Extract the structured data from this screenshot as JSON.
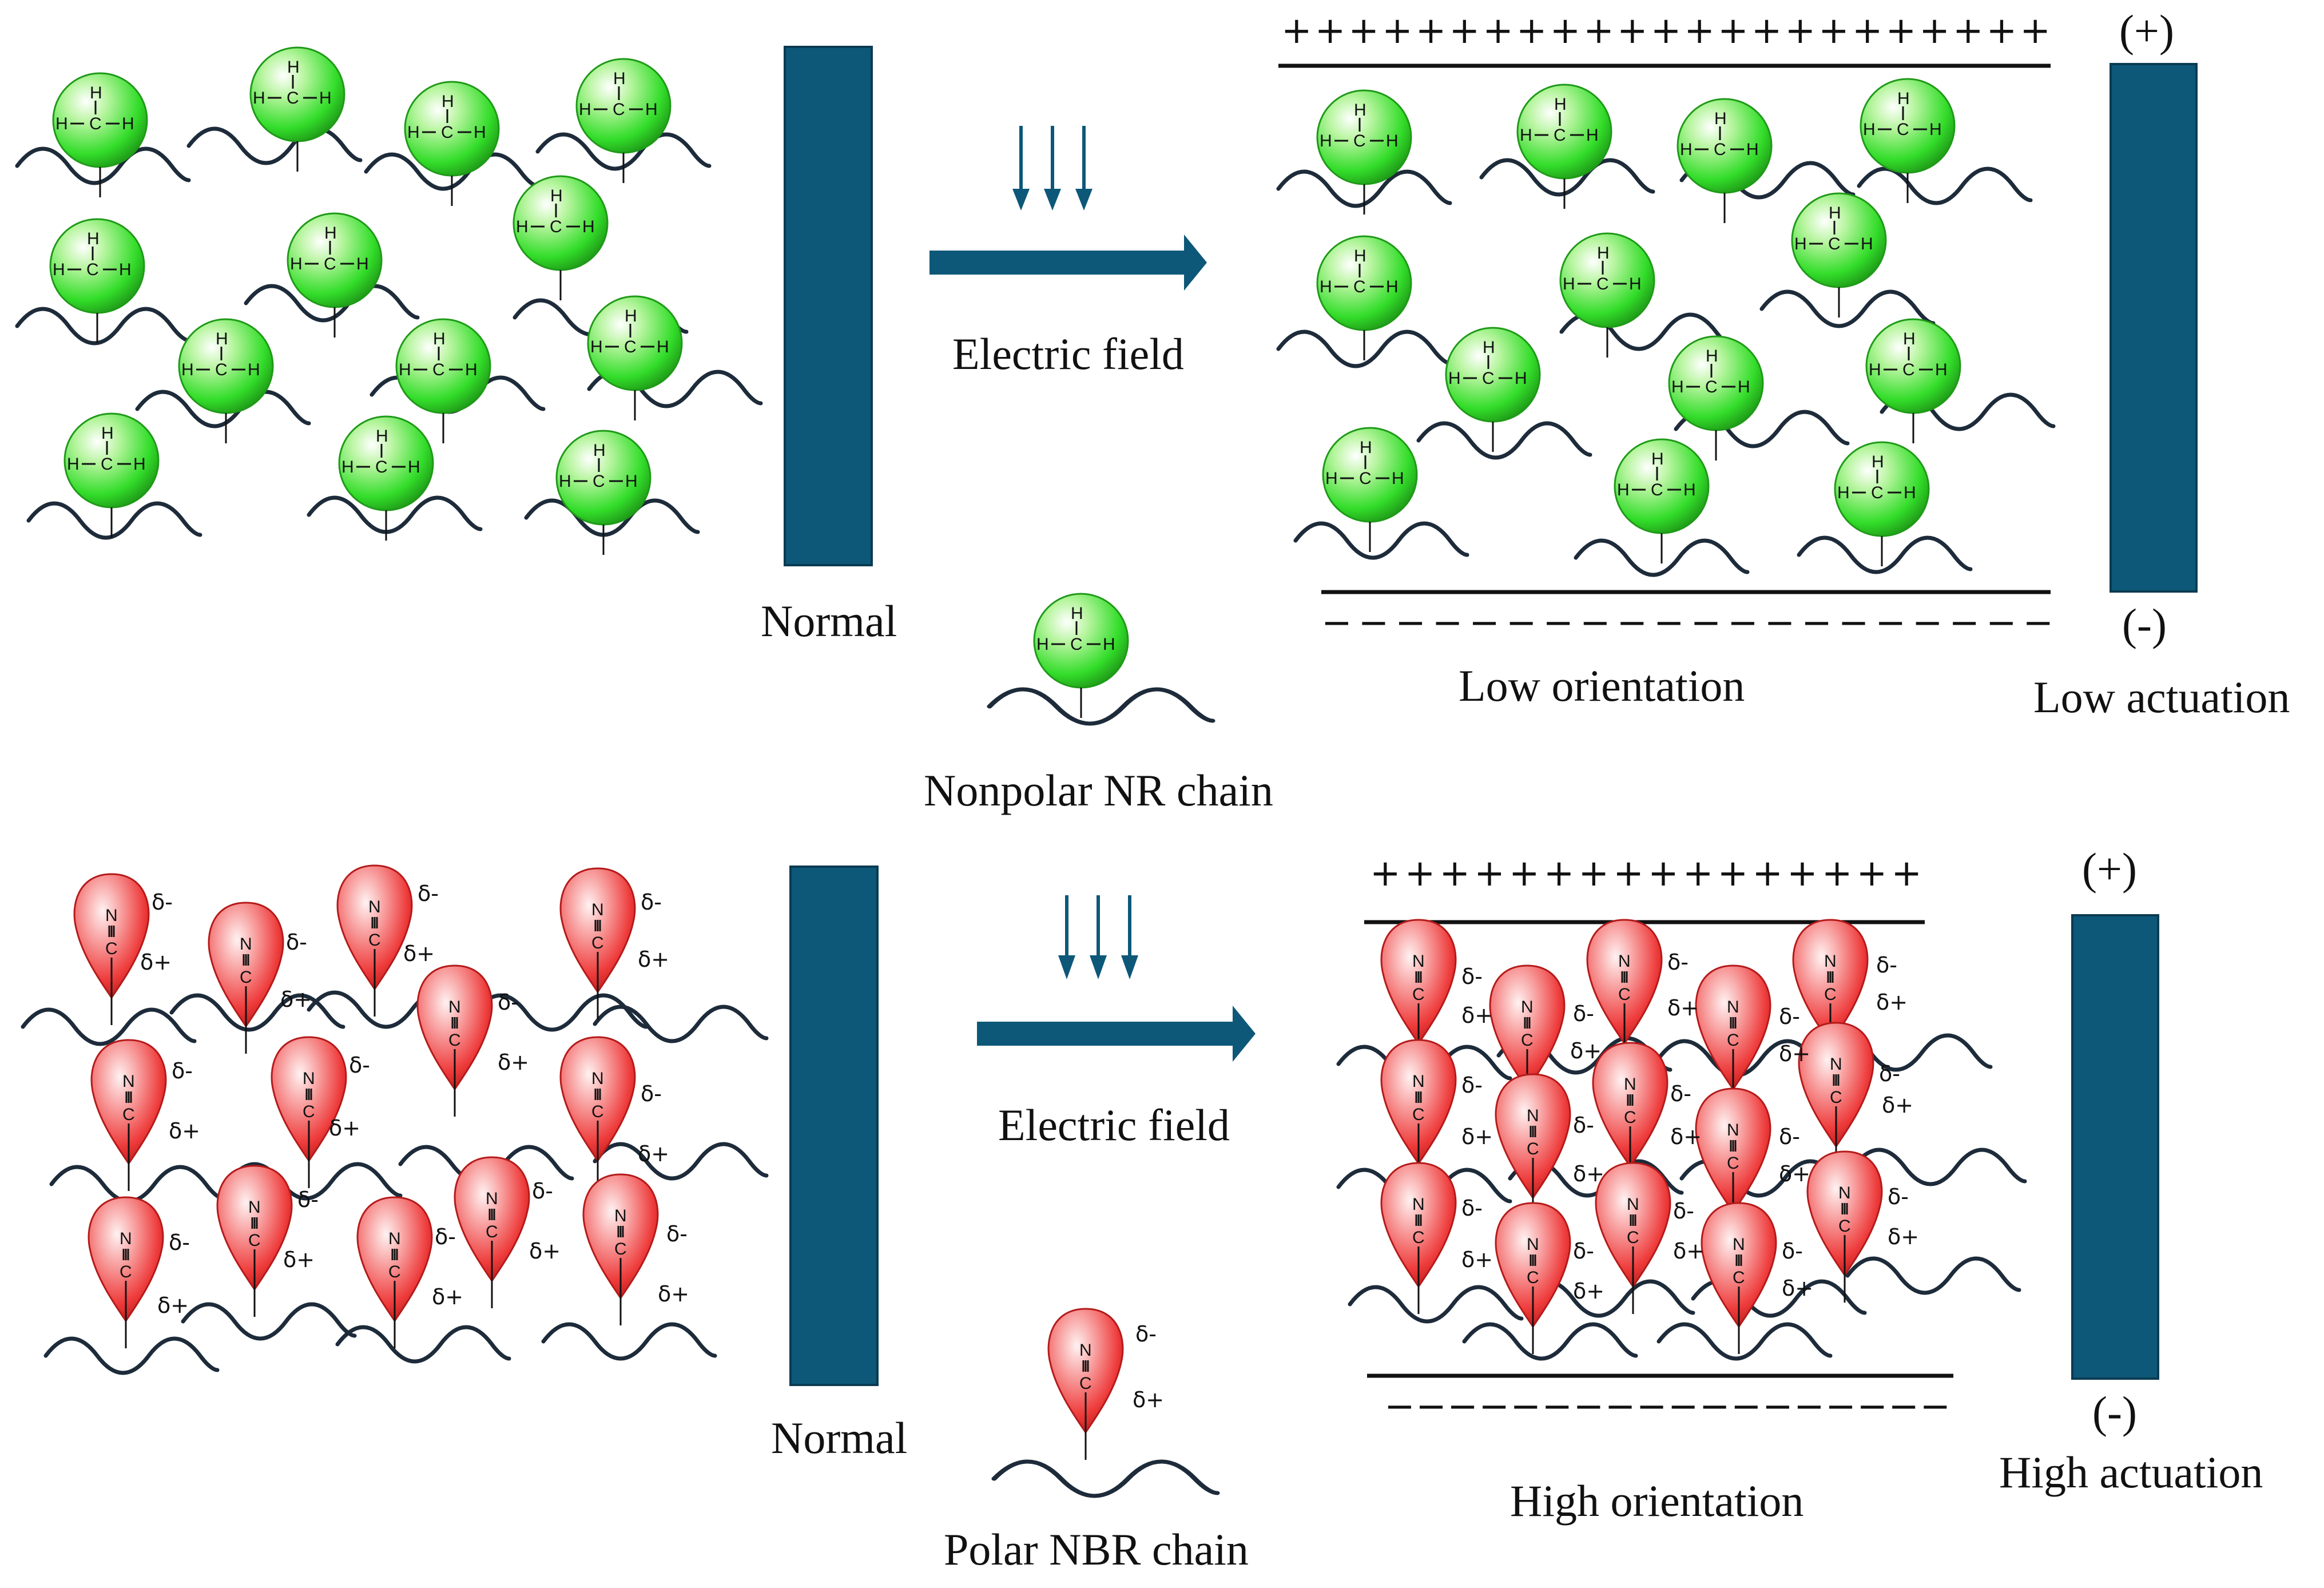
{
  "colors": {
    "bar": "#0d5878",
    "arrow": "#0d5878",
    "nonpolar_bead": "#33dd2a",
    "polar_bead": "#ee3a3a",
    "chain": "#1d2b3a",
    "plate": "#111111"
  },
  "molecule_labels": {
    "methyl_H": "H",
    "methyl_C": "C",
    "nitrile_N": "N",
    "nitrile_C": "C",
    "delta_minus": "δ-",
    "delta_plus": "δ+"
  },
  "top_panel": {
    "normal_label": "Normal",
    "field_label": "Electric field",
    "legend_label": "Nonpolar NR chain",
    "orientation_label": "Low orientation",
    "actuation_label": "Low actuation",
    "positive_terminal": "(+)",
    "negative_terminal": "(-)",
    "positive_row": "+++++++++++++++++++++++",
    "negative_row": "− − − − − − − − − − − − − − − − − − − −"
  },
  "bottom_panel": {
    "normal_label": "Normal",
    "field_label": "Electric field",
    "legend_label": "Polar NBR chain",
    "orientation_label": "High orientation",
    "actuation_label": "High actuation",
    "positive_terminal": "(+)",
    "negative_terminal": "(-)",
    "positive_row": "++++++++++++++++",
    "negative_row": "− − − − − − − − − − − − − − − − − −"
  }
}
